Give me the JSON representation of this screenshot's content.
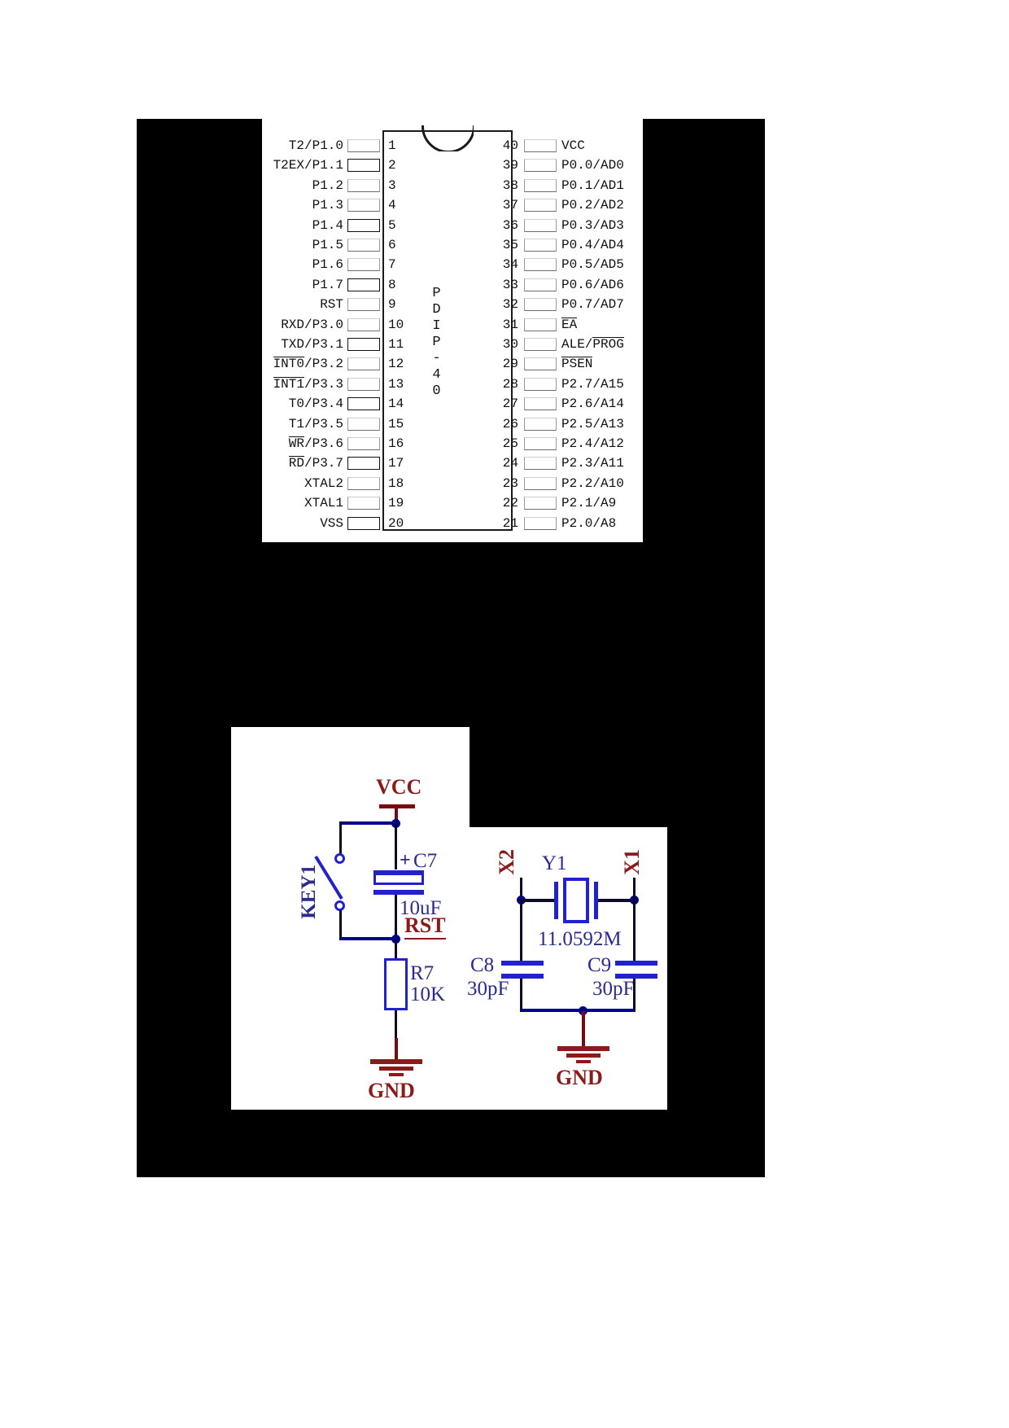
{
  "document": {
    "background_color": "#000000",
    "panel_color": "#ffffff"
  },
  "pinout": {
    "package_label": "PDIP-40",
    "left_pins": [
      {
        "num": "1",
        "name": "T2/P1.0",
        "overline": ""
      },
      {
        "num": "2",
        "name": "T2EX/P1.1",
        "overline": ""
      },
      {
        "num": "3",
        "name": "P1.2",
        "overline": ""
      },
      {
        "num": "4",
        "name": "P1.3",
        "overline": ""
      },
      {
        "num": "5",
        "name": "P1.4",
        "overline": ""
      },
      {
        "num": "6",
        "name": "P1.5",
        "overline": ""
      },
      {
        "num": "7",
        "name": "P1.6",
        "overline": ""
      },
      {
        "num": "8",
        "name": "P1.7",
        "overline": ""
      },
      {
        "num": "9",
        "name": "RST",
        "overline": ""
      },
      {
        "num": "10",
        "name": "RXD/P3.0",
        "overline": ""
      },
      {
        "num": "11",
        "name": "TXD/P3.1",
        "overline": ""
      },
      {
        "num": "12",
        "name": "INT0",
        "overline": "INT0",
        "suffix": "/P3.2"
      },
      {
        "num": "13",
        "name": "INT1",
        "overline": "INT1",
        "suffix": "/P3.3"
      },
      {
        "num": "14",
        "name": "T0/P3.4",
        "overline": ""
      },
      {
        "num": "15",
        "name": "T1/P3.5",
        "overline": ""
      },
      {
        "num": "16",
        "name": "WR",
        "overline": "WR",
        "suffix": "/P3.6"
      },
      {
        "num": "17",
        "name": "RD",
        "overline": "RD",
        "suffix": "/P3.7"
      },
      {
        "num": "18",
        "name": "XTAL2",
        "overline": ""
      },
      {
        "num": "19",
        "name": "XTAL1",
        "overline": ""
      },
      {
        "num": "20",
        "name": "VSS",
        "overline": ""
      }
    ],
    "right_pins": [
      {
        "num": "40",
        "name": "VCC",
        "overline": ""
      },
      {
        "num": "39",
        "name": "P0.0/AD0",
        "overline": ""
      },
      {
        "num": "38",
        "name": "P0.1/AD1",
        "overline": ""
      },
      {
        "num": "37",
        "name": "P0.2/AD2",
        "overline": ""
      },
      {
        "num": "36",
        "name": "P0.3/AD3",
        "overline": ""
      },
      {
        "num": "35",
        "name": "P0.4/AD4",
        "overline": ""
      },
      {
        "num": "34",
        "name": "P0.5/AD5",
        "overline": ""
      },
      {
        "num": "33",
        "name": "P0.6/AD6",
        "overline": ""
      },
      {
        "num": "32",
        "name": "P0.7/AD7",
        "overline": ""
      },
      {
        "num": "31",
        "name": "EA",
        "overline": "EA",
        "suffix": ""
      },
      {
        "num": "30",
        "name": "ALE/PROG",
        "overline": "PROG",
        "prefix": "ALE/"
      },
      {
        "num": "29",
        "name": "PSEN",
        "overline": "PSEN",
        "suffix": ""
      },
      {
        "num": "28",
        "name": "P2.7/A15",
        "overline": ""
      },
      {
        "num": "27",
        "name": "P2.6/A14",
        "overline": ""
      },
      {
        "num": "26",
        "name": "P2.5/A13",
        "overline": ""
      },
      {
        "num": "25",
        "name": "P2.4/A12",
        "overline": ""
      },
      {
        "num": "24",
        "name": "P2.3/A11",
        "overline": ""
      },
      {
        "num": "23",
        "name": "P2.2/A10",
        "overline": ""
      },
      {
        "num": "22",
        "name": "P2.1/A9",
        "overline": ""
      },
      {
        "num": "21",
        "name": "P2.0/A8",
        "overline": ""
      }
    ]
  },
  "schematic": {
    "reset_circuit": {
      "vcc_label": "VCC",
      "key_label": "KEY1",
      "cap_ref": "C7",
      "cap_polarity": "+",
      "cap_value": "10uF",
      "net_label": "RST",
      "res_ref": "R7",
      "res_value": "10K",
      "gnd_label": "GND"
    },
    "oscillator_circuit": {
      "node_left_label": "X2",
      "node_right_label": "X1",
      "xtal_ref": "Y1",
      "xtal_value": "11.0592M",
      "cap_left_ref": "C8",
      "cap_left_value": "30pF",
      "cap_right_ref": "C9",
      "cap_right_value": "30pF",
      "gnd_label": "GND"
    }
  },
  "colors": {
    "wire_blue": "#00008b",
    "symbol_blue": "#2222cc",
    "label_red": "#8b1a1a",
    "label_blue": "#2b2b8f",
    "background": "#000000"
  }
}
